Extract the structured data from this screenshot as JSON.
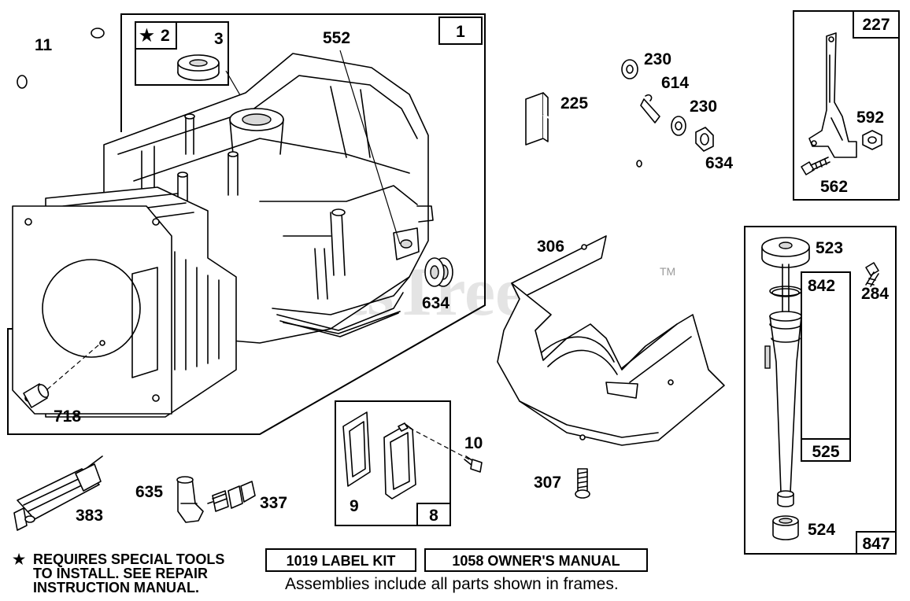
{
  "watermark": {
    "text": "PartsTree",
    "tm": "TM"
  },
  "frames": {
    "engine_block": "1",
    "kit": "2",
    "breather": "8",
    "governor": "227",
    "dipstick": "847",
    "dipstick_tube": "525"
  },
  "labels": {
    "p11": "11",
    "p3": "3",
    "p552": "552",
    "p634a": "634",
    "p718": "718",
    "p230a": "230",
    "p614": "614",
    "p230b": "230",
    "p225": "225",
    "p634b": "634",
    "p592": "592",
    "p562": "562",
    "p306": "306",
    "p523": "523",
    "p842": "842",
    "p284": "284",
    "p10": "10",
    "p9": "9",
    "p307": "307",
    "p524": "524",
    "p383": "383",
    "p635": "635",
    "p337": "337"
  },
  "footer": {
    "star": "★",
    "note_line1": "REQUIRES SPECIAL TOOLS",
    "note_line2": "TO INSTALL.  SEE REPAIR",
    "note_line3": "INSTRUCTION MANUAL.",
    "label_kit": "1019 LABEL KIT",
    "owners_manual": "1058 OWNER'S MANUAL",
    "assemblies_note": "Assemblies include all parts shown in frames."
  }
}
